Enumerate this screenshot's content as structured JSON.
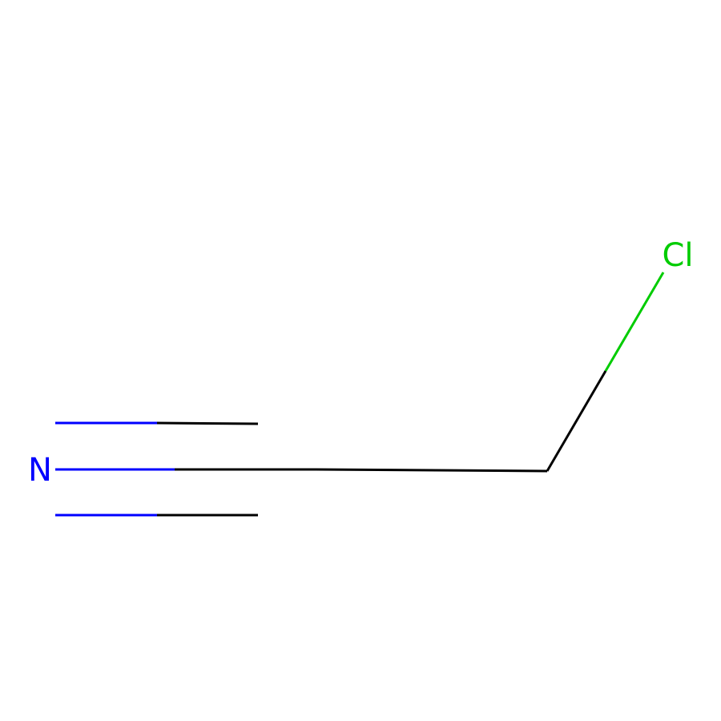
{
  "molecule": {
    "atoms": {
      "nitrogen": {
        "symbol": "N",
        "color": "#0000FF"
      },
      "chlorine": {
        "symbol": "Cl",
        "color": "#00CC00"
      },
      "carbon_nitrile": {
        "symbol": "C",
        "color": "#000000"
      },
      "carbon_methylene": {
        "symbol": "C",
        "color": "#000000"
      }
    },
    "bonds": [
      {
        "from": "nitrogen",
        "to": "carbon_nitrile",
        "order": 3
      },
      {
        "from": "carbon_nitrile",
        "to": "carbon_methylene",
        "order": 1
      },
      {
        "from": "carbon_methylene",
        "to": "chlorine",
        "order": 1
      }
    ],
    "colors": {
      "bond": "#000000",
      "nitrogen": "#0000FF",
      "chlorine": "#00CC00",
      "background": "#FFFFFF"
    }
  }
}
